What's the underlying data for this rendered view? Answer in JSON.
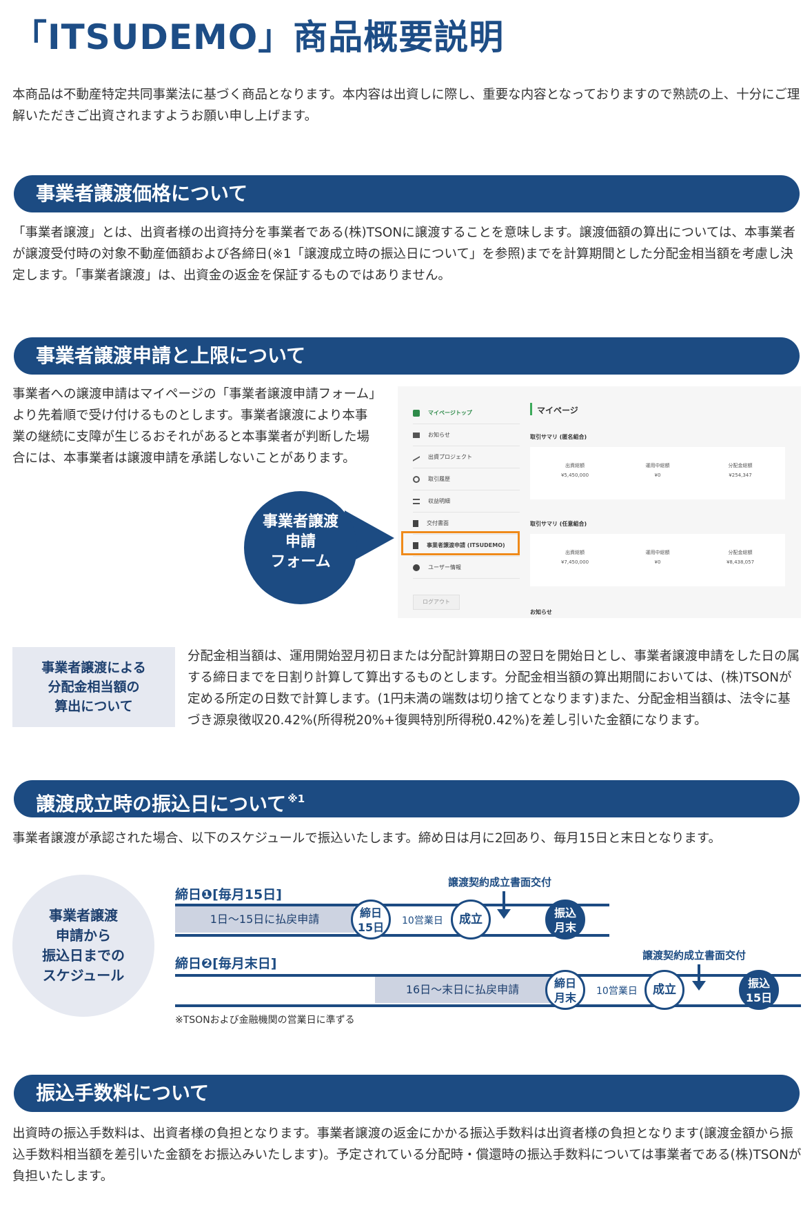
{
  "page_title": "「ITSUDEMO」商品概要説明",
  "intro": "本商品は不動産特定共同事業法に基づく商品となります。本内容は出資しに際し、重要な内容となっておりますので熟読の上、十分にご理解いただきご出資されますようお願い申し上げます。",
  "section1": {
    "heading": "事業者譲渡価格について",
    "body": "「事業者譲渡」とは、出資者様の出資持分を事業者である(株)TSONに譲渡することを意味します。譲渡価額の算出については、本事業者が譲渡受付時の対象不動産価額および各締日(※1「譲渡成立時の振込日について」を参照)までを計算期間とした分配金相当額を考慮し決定します。「事業者譲渡」は、出資金の返金を保証するものではありません。"
  },
  "section2": {
    "heading": "事業者譲渡申請と上限について",
    "body": "事業者への譲渡申請はマイページの「事業者譲渡申請フォーム」より先着順で受け付けるものとします。事業者譲渡により本事業の継続に支障が生じるおそれがあると本事業者が判断した場合には、本事業者は譲渡申請を承諾しないことがあります。",
    "callout": [
      "事業者譲渡",
      "申請",
      "フォーム"
    ],
    "screenshot": {
      "page_heading": "マイページ",
      "menu": [
        {
          "label": "マイページトップ",
          "icon": "home-icon"
        },
        {
          "label": "お知らせ",
          "icon": "mail-icon"
        },
        {
          "label": "出資プロジェクト",
          "icon": "trend-icon"
        },
        {
          "label": "取引履歴",
          "icon": "clock-icon"
        },
        {
          "label": "収益明細",
          "icon": "list-icon"
        },
        {
          "label": "交付書面",
          "icon": "document-icon"
        },
        {
          "label": "事業者譲渡申請 (ITSUDEMO)",
          "icon": "document-icon"
        },
        {
          "label": "ユーザー情報",
          "icon": "user-icon"
        }
      ],
      "logout": "ログアウト",
      "summary1": {
        "label": "取引サマリ (匿名組合)",
        "cols": [
          {
            "name": "出資総額",
            "value": "¥5,450,000"
          },
          {
            "name": "運用中総額",
            "value": "¥0"
          },
          {
            "name": "分配金総額",
            "value": "¥254,347"
          }
        ]
      },
      "summary2": {
        "label": "取引サマリ (任意組合)",
        "cols": [
          {
            "name": "出資総額",
            "value": "¥7,450,000"
          },
          {
            "name": "運用中総額",
            "value": "¥0"
          },
          {
            "name": "分配金総額",
            "value": "¥8,438,057"
          }
        ]
      },
      "news_label": "お知らせ"
    }
  },
  "distribution": {
    "label": [
      "事業者譲渡による",
      "分配金相当額の",
      "算出について"
    ],
    "body": "分配金相当額は、運用開始翌月初日または分配計算期日の翌日を開始日とし、事業者譲渡申請をした日の属する締日までを日割り計算して算出するものとします。分配金相当額の算出期間においては、(株)TSONが定める所定の日数で計算します。(1円未満の端数は切り捨てとなります)また、分配金相当額は、法令に基づき源泉徴収20.42%(所得税20%+復興特別所得税0.42%)を差し引いた金額になります。"
  },
  "section3": {
    "heading": "譲渡成立時の振込日について",
    "heading_note": "※1",
    "body": "事業者譲渡が承認された場合、以下のスケジュールで振込いたします。締め日は月に2回あり、毎月15日と末日となります。",
    "circle": [
      "事業者譲渡",
      "申請から",
      "振込日までの",
      "スケジュール"
    ],
    "row1": {
      "title": "締日❶[毎月15日]",
      "period": "1日〜15日に払戻申請",
      "cutoff": [
        "締日",
        "15日"
      ],
      "days": "10営業日",
      "established": "成立",
      "payment": [
        "振込",
        "月末"
      ],
      "delivery": "譲渡契約成立書面交付"
    },
    "row2": {
      "title": "締日❷[毎月末日]",
      "period": "16日〜末日に払戻申請",
      "cutoff": [
        "締日",
        "月末"
      ],
      "days": "10営業日",
      "established": "成立",
      "payment": [
        "振込",
        "15日"
      ],
      "delivery": "譲渡契約成立書面交付"
    },
    "footnote": "※TSONおよび金融機関の営業日に準ずる"
  },
  "section4": {
    "heading": "振込手数料について",
    "body": "出資時の振込手数料は、出資者様の負担となります。事業者譲渡の返金にかかる振込手数料は出資者様の負担となります(譲渡金額から振込手数料相当額を差引いた金額をお振込みいたします)。予定されている分配時・償還時の振込手数料については事業者である(株)TSONが負担いたします。"
  },
  "colors": {
    "primary": "#1c4b82",
    "light": "#e6e9f1",
    "highlight": "#ef8a1a",
    "shade": "#cdd3e1"
  }
}
